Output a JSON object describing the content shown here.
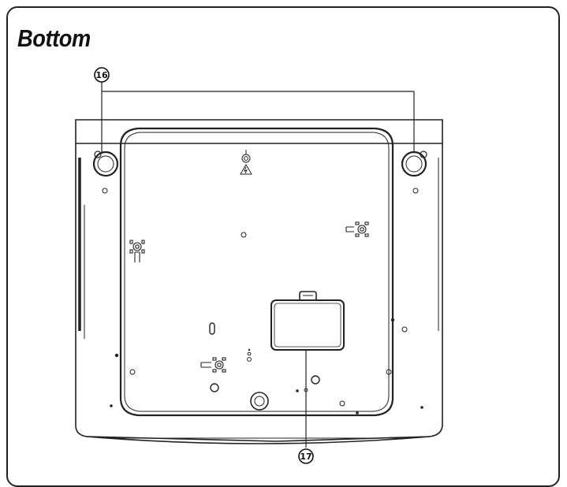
{
  "page": {
    "title": "Bottom"
  },
  "callouts": [
    {
      "number": "16",
      "glyph": "⑯",
      "target": "adjustable-feet"
    },
    {
      "number": "17",
      "glyph": "⑰",
      "target": "lamp-cover"
    }
  ],
  "colors": {
    "outline": "#222222",
    "background": "#ffffff"
  },
  "icons": [
    "warning-triangle-icon",
    "ground-symbol-icon",
    "mounting-bracket-icon"
  ]
}
